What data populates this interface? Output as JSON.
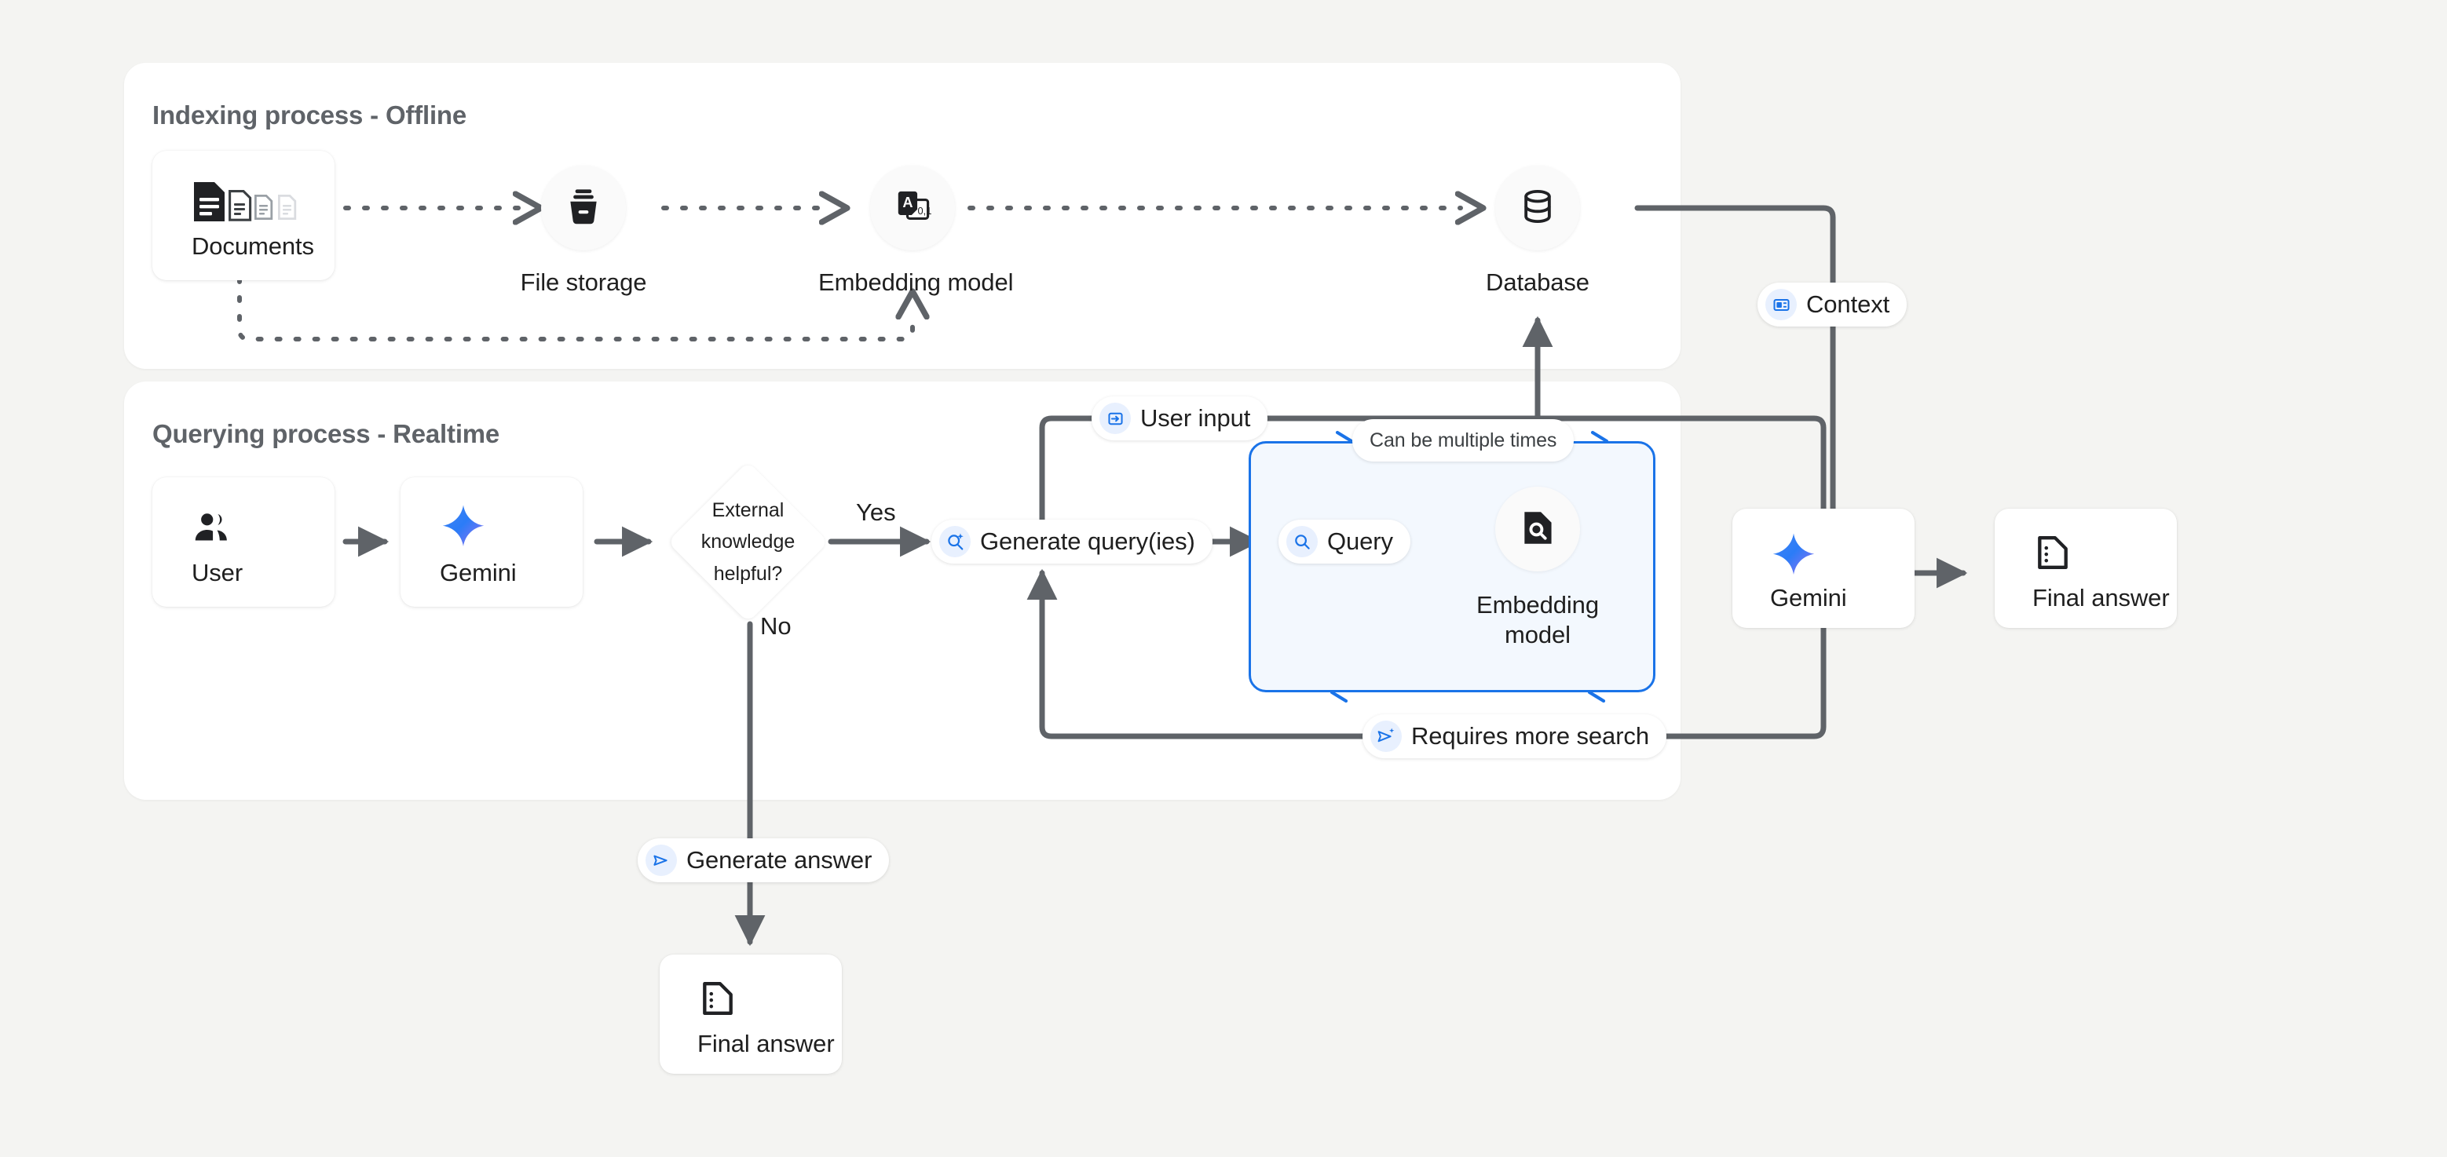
{
  "diagram": {
    "title": "RAG architecture - indexing and querying",
    "background_color": "#f4f4f2",
    "accent_blue": "#1a73e8",
    "panel_color": "#ffffff",
    "edge_color": "#5f6368"
  },
  "panels": [
    {
      "id": "indexing",
      "title": "Indexing process - Offline"
    },
    {
      "id": "querying",
      "title": "Querying process - Realtime"
    }
  ],
  "indexing": {
    "nodes": [
      {
        "id": "documents",
        "label": "Documents",
        "icon": "documents-stack-icon",
        "shape": "card"
      },
      {
        "id": "file-storage",
        "label": "File storage",
        "icon": "file-storage-icon",
        "shape": "circle"
      },
      {
        "id": "embedding-model",
        "label": "Embedding model",
        "icon": "translate-embed-icon",
        "shape": "circle"
      },
      {
        "id": "database",
        "label": "Database",
        "icon": "database-icon",
        "shape": "circle"
      }
    ],
    "edges": [
      {
        "from": "documents",
        "to": "file-storage",
        "style": "dashed",
        "label": ""
      },
      {
        "from": "file-storage",
        "to": "embedding-model",
        "style": "dashed",
        "label": ""
      },
      {
        "from": "embedding-model",
        "to": "database",
        "style": "dashed",
        "label": ""
      },
      {
        "from": "documents",
        "to": "embedding-model",
        "style": "dashed",
        "label": ""
      }
    ]
  },
  "querying": {
    "nodes": [
      {
        "id": "user",
        "label": "User",
        "icon": "users-icon",
        "shape": "card"
      },
      {
        "id": "gemini-1",
        "label": "Gemini",
        "icon": "gemini-spark-icon",
        "shape": "card"
      },
      {
        "id": "decision",
        "label": "External knowledge helpful?",
        "shape": "diamond",
        "lines": [
          "External",
          "knowledge",
          "helpful?"
        ]
      },
      {
        "id": "generate-queries",
        "label": "Generate query(ies)",
        "icon": "search-sparkle-icon",
        "shape": "pill"
      },
      {
        "id": "query",
        "label": "Query",
        "icon": "search-icon",
        "shape": "pill"
      },
      {
        "id": "embedding-model-q",
        "label": "Embedding model",
        "icon": "document-search-icon",
        "shape": "circle",
        "lines": [
          "Embedding",
          "model"
        ]
      },
      {
        "id": "gemini-2",
        "label": "Gemini",
        "icon": "gemini-spark-icon",
        "shape": "card"
      },
      {
        "id": "final-answer-top",
        "label": "Final answer",
        "icon": "answer-doc-icon",
        "shape": "card"
      },
      {
        "id": "final-answer-bottom",
        "label": "Final answer",
        "icon": "answer-doc-icon",
        "shape": "card"
      }
    ],
    "loop_box": {
      "label": "Can be multiple times",
      "border_color": "#1a73e8",
      "fill_color": "#f3f8fe"
    },
    "edge_labels": {
      "yes": "Yes",
      "no": "No",
      "user_input": "User input",
      "context": "Context",
      "requires_more_search": "Requires more search",
      "generate_answer": "Generate answer",
      "can_be_multiple_times": "Can be multiple times"
    },
    "edges": [
      {
        "from": "user",
        "to": "gemini-1",
        "style": "solid",
        "label": ""
      },
      {
        "from": "gemini-1",
        "to": "decision",
        "style": "solid",
        "label": ""
      },
      {
        "from": "decision",
        "to": "generate-queries",
        "style": "solid",
        "label": "Yes"
      },
      {
        "from": "decision",
        "to": "final-answer-bottom",
        "style": "solid",
        "label": "Generate answer"
      },
      {
        "from": "generate-queries",
        "to": "query",
        "style": "solid",
        "label": ""
      },
      {
        "from": "query",
        "to": "embedding-model-q",
        "style": "solid",
        "label": ""
      },
      {
        "from": "embedding-model-q",
        "to": "database",
        "style": "solid",
        "label": ""
      },
      {
        "from": "generate-queries",
        "to": "gemini-2",
        "style": "solid",
        "label": "User input"
      },
      {
        "from": "database",
        "to": "gemini-2",
        "style": "solid",
        "label": "Context"
      },
      {
        "from": "gemini-2",
        "to": "generate-queries",
        "style": "solid",
        "label": "Requires more search"
      },
      {
        "from": "gemini-2",
        "to": "final-answer-top",
        "style": "solid",
        "label": ""
      }
    ]
  }
}
